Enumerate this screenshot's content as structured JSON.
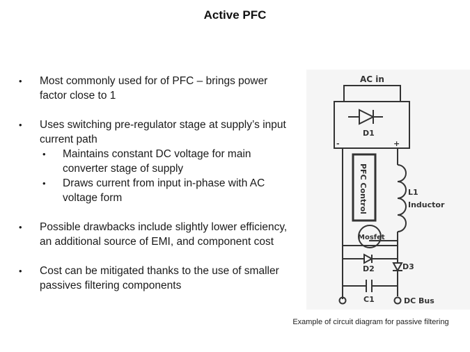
{
  "slide": {
    "title": "Active PFC"
  },
  "bullets": [
    {
      "text": "Most commonly used for of PFC – brings power factor close to 1"
    },
    {
      "text": "Uses switching pre-regulator stage at supply’s input current path",
      "sub": [
        "Maintains constant DC voltage for main converter stage of supply",
        "Draws current from input in-phase with AC voltage form"
      ]
    },
    {
      "text": "Possible drawbacks include slightly lower efficiency, an additional source of EMI, and component cost"
    },
    {
      "text": "Cost can be mitigated thanks to the use of smaller passives filtering components"
    }
  ],
  "diagram": {
    "ac_in": "AC in",
    "d1": "D1",
    "minus": "-",
    "plus": "+",
    "pfc_control": "PFC Control",
    "l1": "L1",
    "inductor": "Inductor",
    "mosfet": "Mosfet",
    "d2": "D2",
    "d3": "D3",
    "c1": "C1",
    "dc_bus": "DC Bus",
    "line_color": "#333333",
    "background": "#f5f5f5"
  },
  "caption": "Example of circuit diagram for passive filtering"
}
